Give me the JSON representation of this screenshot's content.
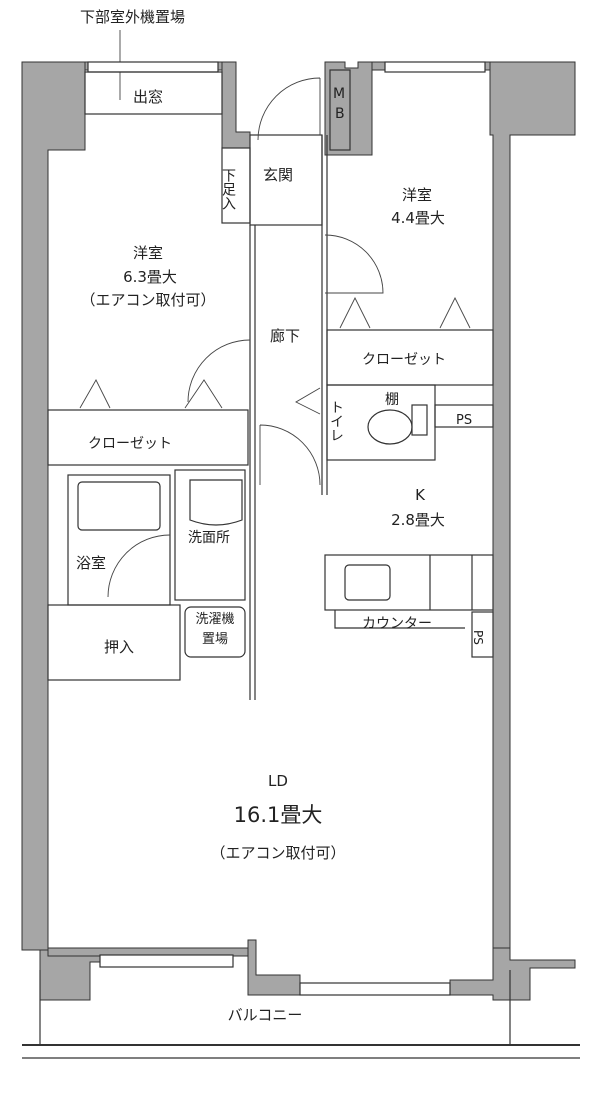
{
  "floor_plan": {
    "outdoor_unit_label": "下部室外機置場",
    "rooms": {
      "bay_window": "出窓",
      "western_room_1": {
        "name": "洋室",
        "size": "6.3畳大",
        "note": "（エアコン取付可）"
      },
      "entrance": "玄関",
      "shoe_box": "下足入",
      "meter_box": "MB",
      "western_room_2": {
        "name": "洋室",
        "size": "4.4畳大"
      },
      "hallway": "廊下",
      "closet_right": "クローゼット",
      "closet_left": "クローゼット",
      "toilet": "トイレ",
      "shelf": "棚",
      "pipe_space_1": "PS",
      "kitchen": {
        "name": "K",
        "size": "2.8畳大"
      },
      "bathroom": "浴室",
      "washroom": "洗面所",
      "washing_machine": "洗濯機置場",
      "counter": "カウンター",
      "pipe_space_2": "PS",
      "storage": "押入",
      "living_dining": {
        "name": "LD",
        "size": "16.1畳大",
        "note": "（エアコン取付可）"
      },
      "balcony": "バルコニー"
    }
  }
}
